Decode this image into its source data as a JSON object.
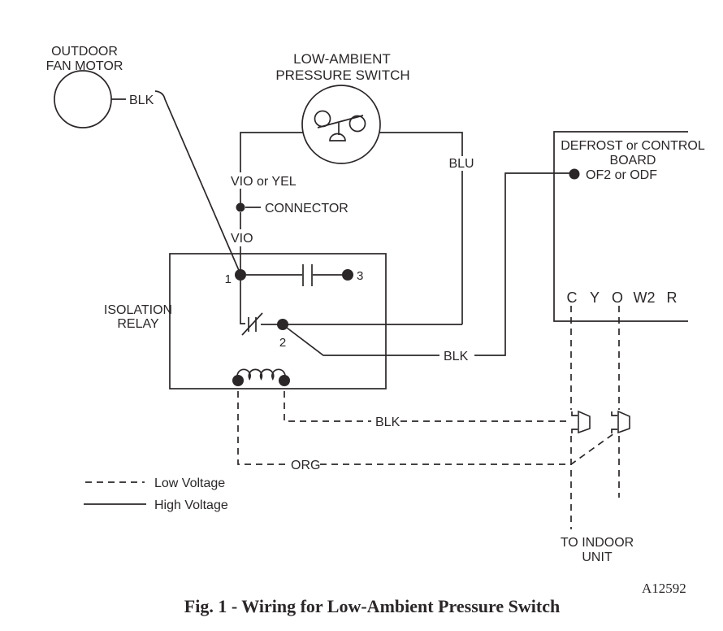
{
  "page": {
    "caption": "Fig. 1 - Wiring for Low-Ambient Pressure Switch",
    "figure_code": "A12592"
  },
  "fan_motor": {
    "line1": "OUTDOOR",
    "line2": "FAN MOTOR",
    "wire_label": "BLK"
  },
  "pressure_switch": {
    "line1": "LOW-AMBIENT",
    "line2": "PRESSURE SWITCH"
  },
  "wires": {
    "vio_or_yel": "VIO or YEL",
    "connector": "CONNECTOR",
    "vio": "VIO",
    "blu": "BLU",
    "blk_to_board": "BLK",
    "blk_low_voltage": "BLK",
    "org": "ORG"
  },
  "relay": {
    "line1": "ISOLATION",
    "line2": "RELAY",
    "t1": "1",
    "t2": "2",
    "t3": "3"
  },
  "board": {
    "line1": "DEFROST or CONTROL",
    "line2": "BOARD",
    "of2": "OF2 or ODF",
    "terminals": [
      "C",
      "Y",
      "O",
      "W2",
      "R"
    ]
  },
  "indoor": {
    "line1": "TO INDOOR",
    "line2": "UNIT"
  },
  "legend": {
    "low_voltage": "Low Voltage",
    "high_voltage": "High Voltage"
  },
  "colors": {
    "ink": "#2b2728",
    "background": "#ffffff"
  }
}
